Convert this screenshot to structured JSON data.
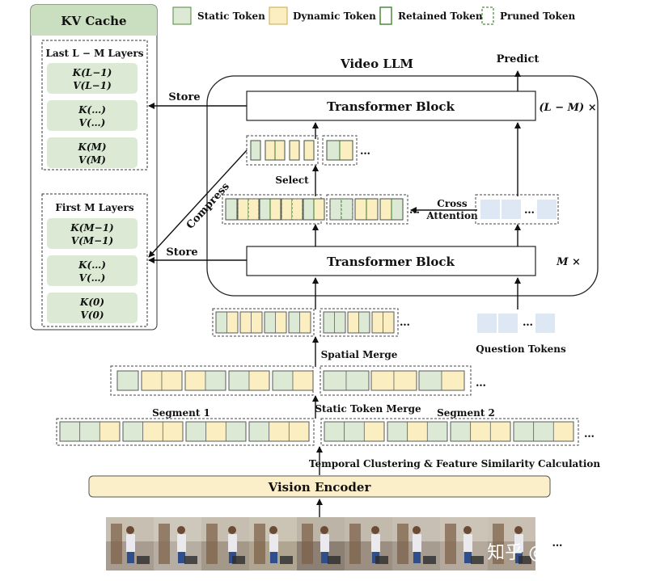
{
  "legend": {
    "static": "Static Token",
    "dynamic": "Dynamic Token",
    "retained": "Retained Token",
    "pruned": "Pruned Token"
  },
  "kv_cache": {
    "title": "KV Cache",
    "last_group_title": "Last L − M Layers",
    "first_group_title": "First M Layers",
    "last_entries": [
      {
        "k": "K(L−1)",
        "v": "V(L−1)"
      },
      {
        "k": "K(…)",
        "v": "V(…)"
      },
      {
        "k": "K(M)",
        "v": "V(M)"
      }
    ],
    "first_entries": [
      {
        "k": "K(M−1)",
        "v": "V(M−1)"
      },
      {
        "k": "K(…)",
        "v": "V(…)"
      },
      {
        "k": "K(0)",
        "v": "V(0)"
      }
    ]
  },
  "llm": {
    "title": "Video LLM",
    "predict": "Predict",
    "top_block": "Transformer Block",
    "bottom_block": "Transformer Block",
    "top_repeat": "(L − M) ×",
    "bottom_repeat": "M ×",
    "select": "Select",
    "cross_attention_1": "Cross",
    "cross_attention_2": "Attention"
  },
  "arrows": {
    "store_top": "Store",
    "store_bottom": "Store",
    "compress": "Compress"
  },
  "pipeline": {
    "question_tokens": "Question Tokens",
    "spatial_merge": "Spatial Merge",
    "static_token_merge": "Static Token Merge",
    "segment_1": "Segment 1",
    "segment_2": "Segment 2",
    "temporal": "Temporal Clustering & Feature Similarity Calculation",
    "encoder": "Vision Encoder",
    "ellipsis": "…"
  },
  "watermark": "知乎 @vasgaowei",
  "colors": {
    "static_fill": "#dcead5",
    "static_stroke": "#4f8a3a",
    "dynamic_fill": "#fbefc2",
    "dynamic_stroke": "#c9a94a",
    "question_fill": "#dde8f4",
    "kv_fill": "#dcead5",
    "kv_header": "#c9dfbf",
    "encoder_fill": "#fbefc9"
  }
}
